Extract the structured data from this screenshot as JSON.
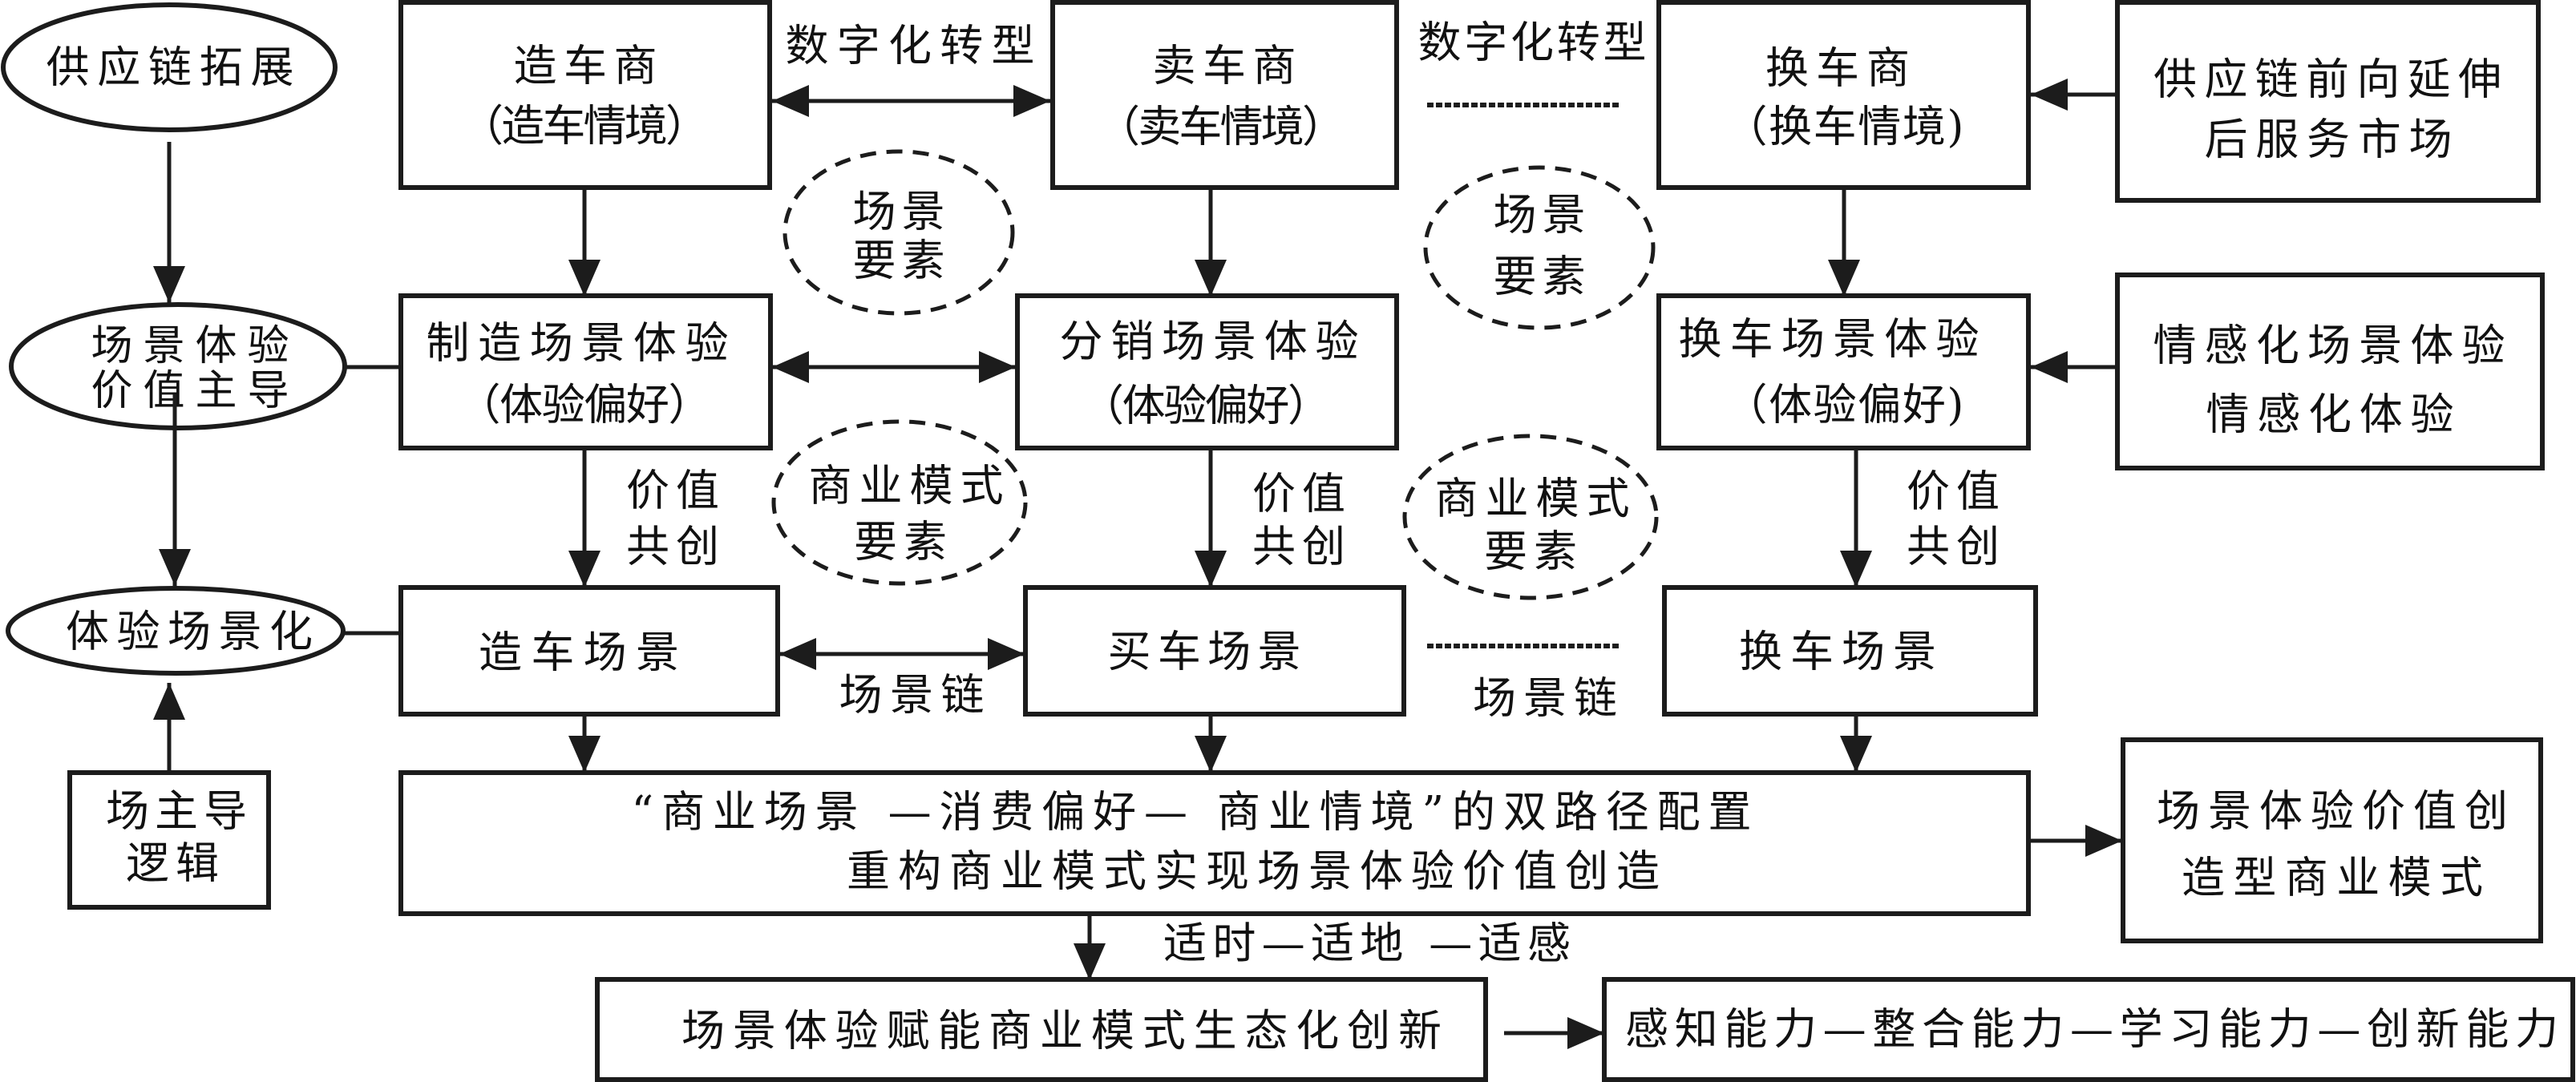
{
  "nodes": {
    "supply_chain_expansion": {
      "lines": [
        "供应链拓展"
      ]
    },
    "scene_value_led": {
      "lines": [
        "场景体验",
        "价值主导"
      ]
    },
    "experience_scenarization": {
      "lines": [
        "体验场景化"
      ]
    },
    "field_led_logic": {
      "lines": [
        "场主导",
        "逻辑"
      ]
    },
    "car_maker": {
      "lines": [
        "造车商",
        "（造车情境）"
      ]
    },
    "car_seller": {
      "lines": [
        "卖车商",
        "（卖车情境）"
      ]
    },
    "car_replacer": {
      "lines": [
        "换车商",
        "（换车情境)"
      ]
    },
    "supply_chain_forward": {
      "lines": [
        "供应链前向延伸",
        "后服务市场"
      ]
    },
    "manufacturing_experience": {
      "lines": [
        "制造场景体验",
        "（体验偏好）"
      ]
    },
    "distribution_experience": {
      "lines": [
        "分销场景体验",
        "（体验偏好）"
      ]
    },
    "replacement_experience": {
      "lines": [
        "换车场景体验",
        "（体验偏好)"
      ]
    },
    "emotional_experience": {
      "lines": [
        "情感化场景体验",
        "情感化体验"
      ]
    },
    "car_making_scene": {
      "lines": [
        "造车场景"
      ]
    },
    "car_buying_scene": {
      "lines": [
        "买车场景"
      ]
    },
    "car_replacing_scene": {
      "lines": [
        "换车场景"
      ]
    },
    "dual_path_config": {
      "lines": [
        "“商业场景 —消费偏好— 商业情境”的双路径配置",
        "重构商业模式实现场景体验价值创造"
      ]
    },
    "value_creation_model": {
      "lines": [
        "场景体验价值创",
        "造型商业模式"
      ]
    },
    "ecosystem_innovation": {
      "lines": [
        "场景体验赋能商业模式生态化创新"
      ]
    },
    "capabilities": {
      "lines": [
        "感知能力—整合能力—学习能力—创新能力"
      ]
    }
  },
  "dashed_elements": [
    {
      "lines": [
        "场景",
        "要素"
      ]
    },
    {
      "lines": [
        "场景",
        "要素"
      ]
    },
    {
      "lines": [
        "商业模式",
        "要素"
      ]
    },
    {
      "lines": [
        "商业模式",
        "要素"
      ]
    }
  ],
  "edge_labels": {
    "digital_transformation_1": "数字化转型",
    "digital_transformation_2": "数字化转型",
    "value_cocreation_1": [
      "价值",
      "共创"
    ],
    "value_cocreation_2": [
      "价值",
      "共创"
    ],
    "value_cocreation_3": [
      "价值",
      "共创"
    ],
    "scene_chain_1": "场景链",
    "scene_chain_2": "场景链",
    "fit_time_place_feel": "适时—适地 —适感"
  },
  "colors": {
    "stroke": "#1c1c1c",
    "text": "#111111",
    "background": "#ffffff"
  }
}
